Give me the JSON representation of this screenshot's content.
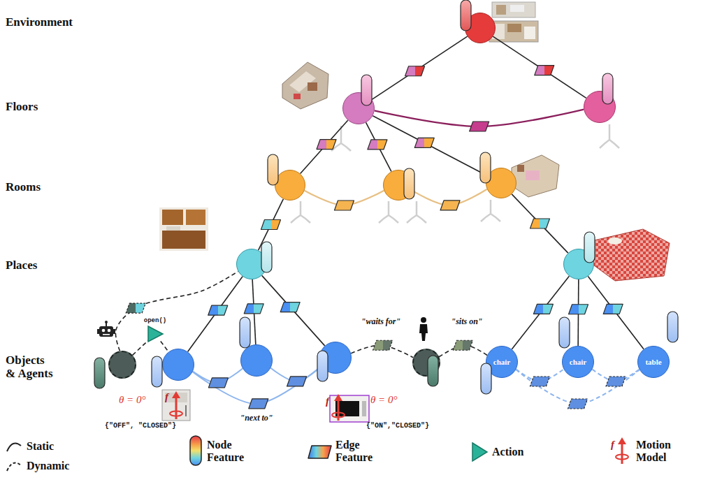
{
  "diagram": {
    "nodes": [
      {
        "text": []
      },
      {
        "text": []
      },
      {
        "text": []
      },
      {
        "text": []
      },
      {
        "text": []
      },
      {
        "text": []
      },
      {
        "text": []
      },
      {
        "text": []
      },
      {
        "text": []
      },
      {
        "text": [
          "open()"
        ]
      },
      {
        "text": []
      },
      {
        "text": []
      },
      {
        "text": []
      },
      {
        "text": []
      },
      {
        "text": [
          "chair"
        ]
      },
      {
        "text": [
          "chair"
        ]
      },
      {
        "text": [
          "table"
        ]
      }
    ],
    "edges": [
      {
        "from": 0,
        "to": 1,
        "arrow": "none"
      },
      {
        "from": 0,
        "to": 2,
        "arrow": "none"
      },
      {
        "from": 1,
        "to": 2,
        "arrow": "none"
      },
      {
        "from": 1,
        "to": 3,
        "arrow": "none"
      },
      {
        "from": 1,
        "to": 4,
        "arrow": "none"
      },
      {
        "from": 1,
        "to": 5,
        "arrow": "none"
      },
      {
        "from": 3,
        "to": 4,
        "arrow": "none"
      },
      {
        "from": 4,
        "to": 5,
        "arrow": "none"
      },
      {
        "from": 3,
        "to": 6,
        "arrow": "none"
      },
      {
        "from": 5,
        "to": 7,
        "arrow": "none"
      },
      {
        "from": 6,
        "to": 10,
        "arrow": "none"
      },
      {
        "from": 6,
        "to": 11,
        "arrow": "none"
      },
      {
        "from": 6,
        "to": 12,
        "arrow": "none"
      },
      {
        "from": 7,
        "to": 14,
        "arrow": "none"
      },
      {
        "from": 7,
        "to": 15,
        "arrow": "none"
      },
      {
        "from": 7,
        "to": 16,
        "arrow": "none"
      },
      {
        "from": 8,
        "to": 6,
        "arrow": "none"
      },
      {
        "from": 8,
        "to": 9,
        "arrow": "none"
      },
      {
        "from": 9,
        "to": 10,
        "arrow": "none"
      },
      {
        "from": 10,
        "to": 11,
        "arrow": "none"
      },
      {
        "from": 11,
        "to": 12,
        "arrow": "none"
      },
      {
        "from": 10,
        "to": 12,
        "label": "\"next to\"",
        "arrow": "none"
      },
      {
        "from": 12,
        "to": 13,
        "label": "\"waits for\"",
        "arrow": "none"
      },
      {
        "from": 13,
        "to": 14,
        "label": "\"sits on\"",
        "arrow": "none"
      },
      {
        "from": 14,
        "to": 15,
        "arrow": "none"
      },
      {
        "from": 15,
        "to": 16,
        "arrow": "none"
      },
      {
        "from": 14,
        "to": 16,
        "arrow": "none"
      }
    ],
    "labels": [
      "Environment",
      "Floors",
      "Rooms",
      "Places",
      "Objects & Agents",
      "θ = 0°",
      "f",
      "f",
      "θ = 0°",
      "{\"OFF\", \"CLOSED\"}",
      "{\"ON\",\"CLOSED\"}",
      "f"
    ],
    "legend": [
      {
        "text": "Static"
      },
      {
        "text": "Dynamic"
      },
      {
        "text": "Node Feature"
      },
      {
        "text": "Edge Feature"
      },
      {
        "text": "Action"
      },
      {
        "text": "Motion Model"
      }
    ]
  }
}
